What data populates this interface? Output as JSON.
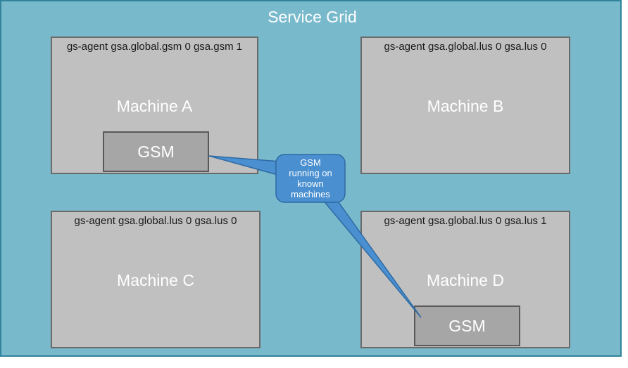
{
  "title": "Service Grid",
  "machines": [
    {
      "name": "Machine A",
      "command": "gs-agent gsa.global.gsm 0 gsa.gsm 1",
      "has_gsm": true
    },
    {
      "name": "Machine B",
      "command": "gs-agent gsa.global.lus  0 gsa.lus 0",
      "has_gsm": false
    },
    {
      "name": "Machine C",
      "command": "gs-agent gsa.global.lus  0 gsa.lus  0",
      "has_gsm": false
    },
    {
      "name": "Machine D",
      "command": "gs-agent gsa.global.lus  0 gsa.lus  1",
      "has_gsm": true
    }
  ],
  "gsm_label": "GSM",
  "callout": {
    "lines": [
      "GSM",
      "running on",
      "known",
      "machines"
    ]
  },
  "colors": {
    "grid_background": "#78b9cc",
    "machine_box": "#c0c0c0",
    "gsm_box": "#a6a6a6",
    "callout_fill": "#4a8fd0"
  }
}
